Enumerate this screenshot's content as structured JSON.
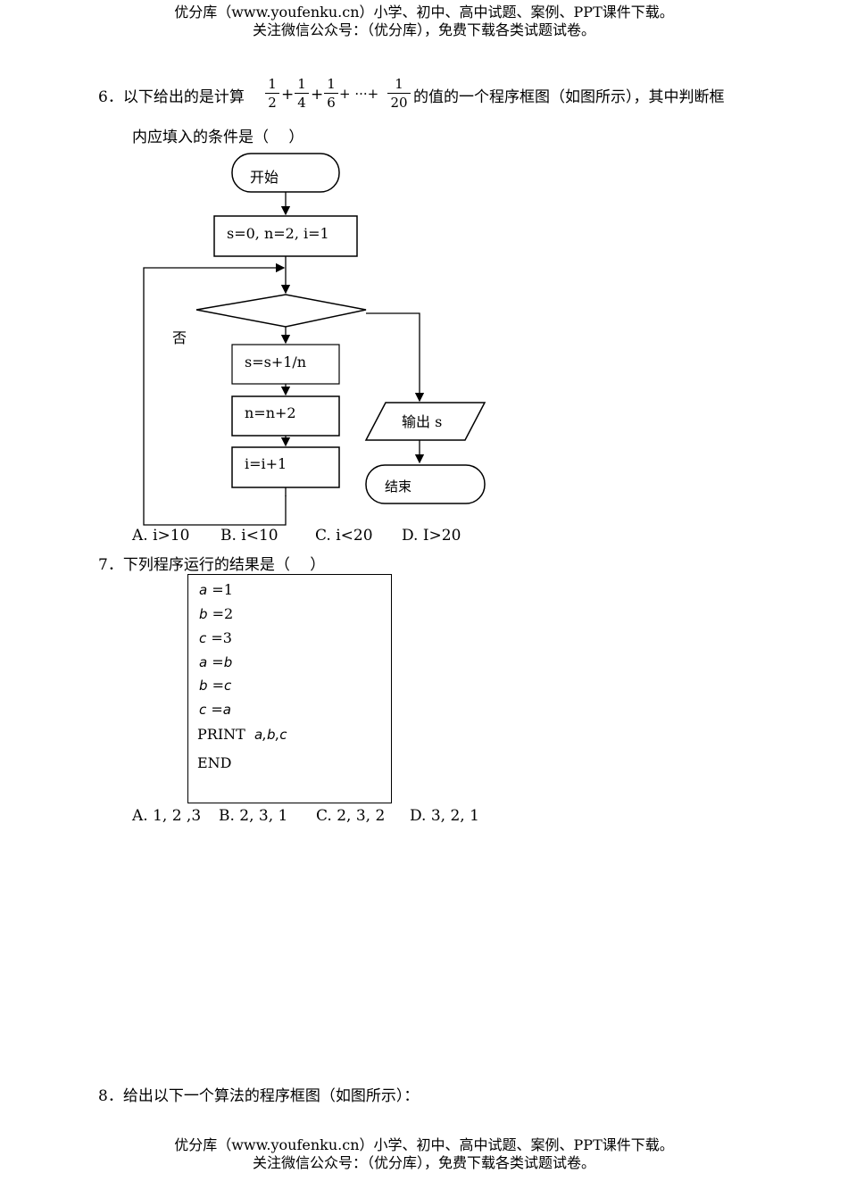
{
  "header": {
    "line1": "优分库（www.youfenku.cn）小学、初中、高中试题、案例、PPT课件下载。",
    "line2": "关注微信公众号：（优分库），免费下载各类试题试卷。"
  },
  "footer": {
    "line1": "优分库（www.youfenku.cn）小学、初中、高中试题、案例、PPT课件下载。",
    "line2": "关注微信公众号：（优分库），免费下载各类试题试卷。"
  },
  "q6": {
    "prefix": "6．以下给出的是计算",
    "fractions": [
      {
        "num": "1",
        "den": "2"
      },
      {
        "num": "1",
        "den": "4"
      },
      {
        "num": "1",
        "den": "6"
      },
      {
        "num": "1",
        "den": "20"
      }
    ],
    "plus": "+",
    "dots": "+ ···+",
    "suffix": "的值的一个程序框图（如图所示），其中判断框",
    "line2": "内应填入的条件是（　 ）",
    "flowchart": {
      "start": "开始",
      "init": "s=0, n=2, i=1",
      "no_label": "否",
      "step1": "s=s+1/n",
      "step2": "n=n+2",
      "step3": "i=i+1",
      "output": "输出 s",
      "end": "结束"
    },
    "options": [
      "A. i>10",
      "B. i<10",
      "C. i<20",
      "D. I>20"
    ]
  },
  "q7": {
    "stem": "7．下列程序运行的结果是（　 ）",
    "code": [
      {
        "var": "a",
        "op": " =",
        "val": "1"
      },
      {
        "var": "b",
        "op": " =",
        "val": "2"
      },
      {
        "var": "c",
        "op": " =",
        "val": "3"
      },
      {
        "var": "a",
        "op": " =",
        "val": "b"
      },
      {
        "var": "b",
        "op": " =",
        "val": "c"
      },
      {
        "var": "c",
        "op": " =",
        "val": "a"
      }
    ],
    "print_kw": "PRINT",
    "print_args": "a,b,c",
    "end_kw": "END",
    "options": [
      "A. 1, 2 ,3",
      "B. 2, 3, 1",
      "C. 2, 3, 2",
      "D. 3, 2, 1"
    ]
  },
  "q8": {
    "stem": "8．给出以下一个算法的程序框图（如图所示）："
  }
}
